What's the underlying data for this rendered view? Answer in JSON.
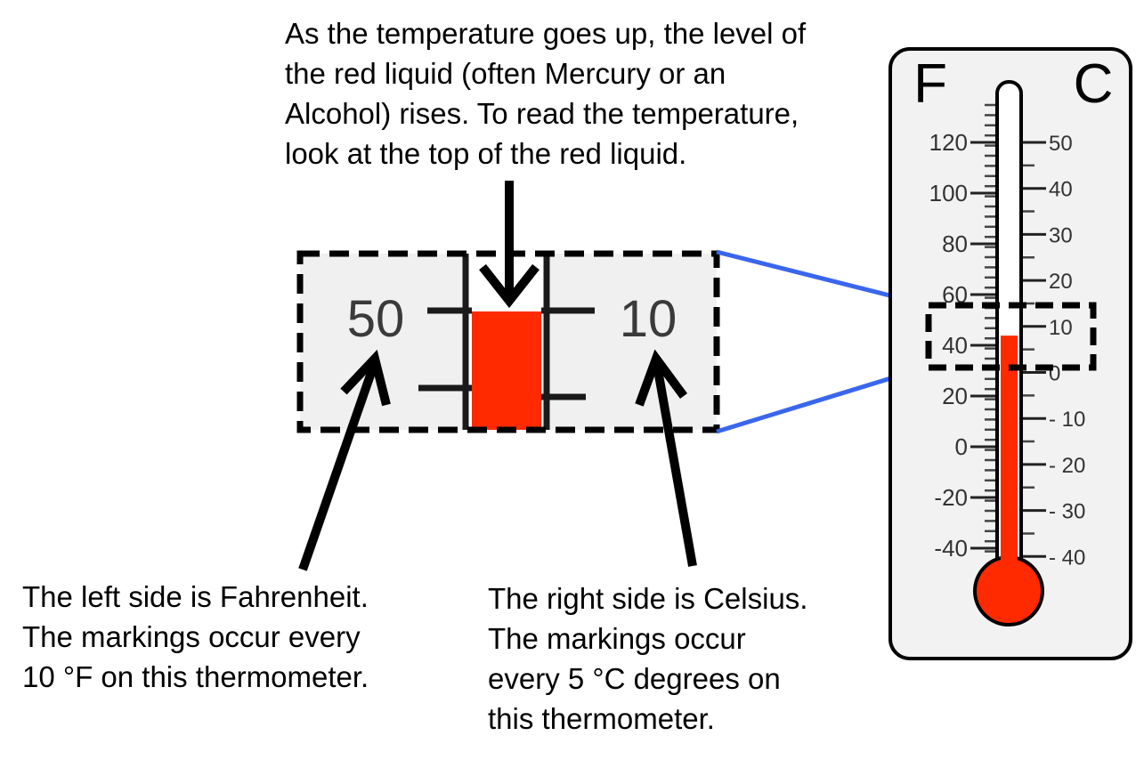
{
  "captions": {
    "top": [
      "As the temperature goes up, the level of",
      "the red liquid (often Mercury or an",
      "Alcohol) rises. To read the temperature,",
      "look at the top of the red liquid."
    ],
    "left": [
      "The left side is Fahrenheit.",
      "The markings occur every",
      "10 °F on this thermometer."
    ],
    "right": [
      "The right side is Celsius.",
      "The markings occur",
      "every 5 °C degrees on",
      "this thermometer."
    ]
  },
  "thermometer": {
    "left_unit": "F",
    "right_unit": "C",
    "fahrenheit_labels": [
      "120",
      "100",
      "80",
      "60",
      "40",
      "20",
      "0",
      "-20",
      "-40"
    ],
    "celsius_labels": [
      "50",
      "40",
      "30",
      "20",
      "10",
      "0",
      "- 10",
      "- 20",
      "- 30",
      "- 40"
    ],
    "liquid_level_celsius": 8,
    "liquid_color": "#ff2a00"
  },
  "zoom": {
    "left_label": "50",
    "right_label": "10"
  },
  "colors": {
    "liquid": "#ff2a00",
    "connector": "#3a66ee",
    "panel": "#f0f0f0"
  }
}
